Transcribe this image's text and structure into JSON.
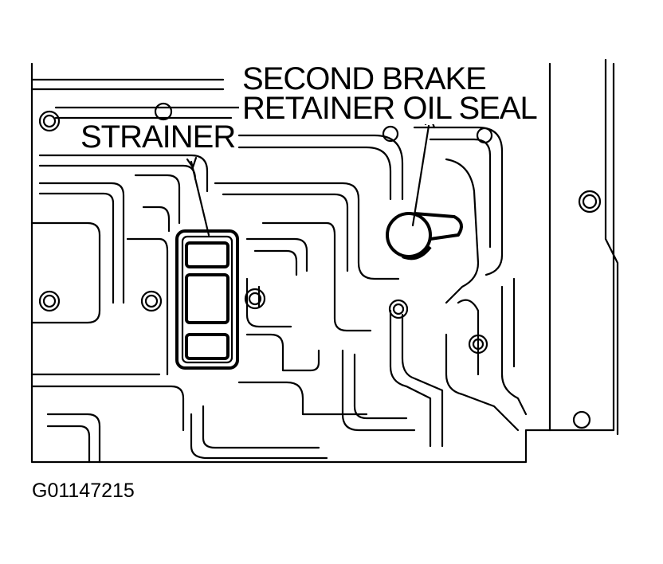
{
  "labels": {
    "strainer": "STRAINER",
    "seal_line1": "SECOND BRAKE",
    "seal_line2": "RETAINER OIL SEAL",
    "figure_id": "G01147215"
  },
  "colors": {
    "ink": "#000000",
    "background": "#ffffff"
  }
}
